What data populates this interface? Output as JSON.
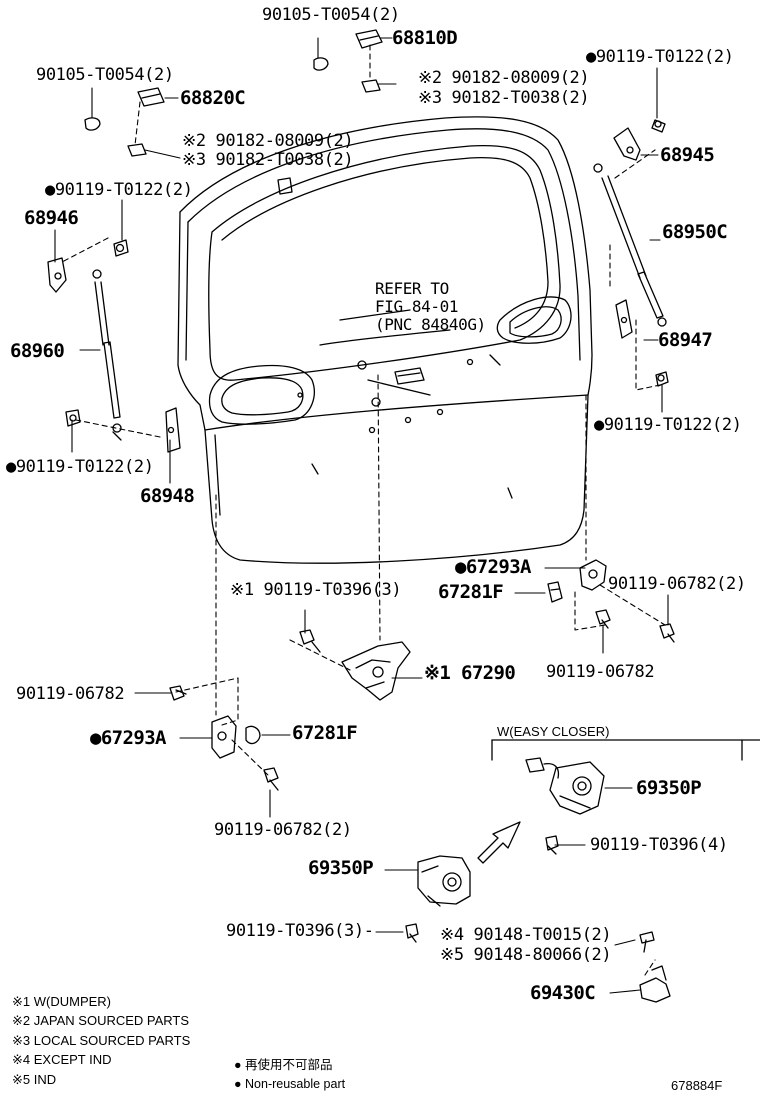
{
  "labels": {
    "p90105_top": "90105-T0054(2)",
    "p68810D": "68810D",
    "p90182_08009_a": "※2 90182-08009(2)",
    "p90182_T0038_a": "※3 90182-T0038(2)",
    "p90105_left": "90105-T0054(2)",
    "p68820C": "68820C",
    "p90182_08009_b": "※2 90182-08009(2)",
    "p90182_T0038_b": "※3 90182-T0038(2)",
    "p90119_T0122_tr": "●90119-T0122(2)",
    "p68945": "68945",
    "p68950C": "68950C",
    "p90119_T0122_tl": "●90119-T0122(2)",
    "p68946": "68946",
    "p68960": "68960",
    "p68947": "68947",
    "p90119_T0122_mr": "●90119-T0122(2)",
    "p90119_T0122_ml": "●90119-T0122(2)",
    "p68948": "68948",
    "ref1": "REFER TO",
    "ref2": "FIG 84-01",
    "ref3": "(PNC 84840G)",
    "p67293A_r": "●67293A",
    "p67281F_r": "67281F",
    "p90119_06782_2r": "90119-06782(2)",
    "p90119_T0396_3a": "※1 90119-T0396(3)",
    "p90119_06782_r": "90119-06782",
    "p67290": "※1 67290",
    "p90119_06782_l": "90119-06782",
    "p67293A_l": "●67293A",
    "p67281F_l": "67281F",
    "p90119_06782_2l": "90119-06782(2)",
    "easy_closer": "W(EASY CLOSER)",
    "p69350P_r": "69350P",
    "p90119_T0396_4": "90119-T0396(4)",
    "p69350P_l": "69350P",
    "p90119_T0396_3b": "90119-T0396(3)-",
    "p90148_T0015": "※4 90148-T0015(2)",
    "p90148_80066": "※5 90148-80066(2)",
    "p69430C": "69430C"
  },
  "legend": {
    "n1": "※1 W(DUMPER)",
    "n2": "※2 JAPAN SOURCED PARTS",
    "n3": "※3 LOCAL SOURCED PARTS",
    "n4": "※4 EXCEPT IND",
    "n5": "※5 IND"
  },
  "non_reusable": {
    "jp": "● 再使用不可部品",
    "en": "● Non-reusable part"
  },
  "diagram_code": "678884F"
}
